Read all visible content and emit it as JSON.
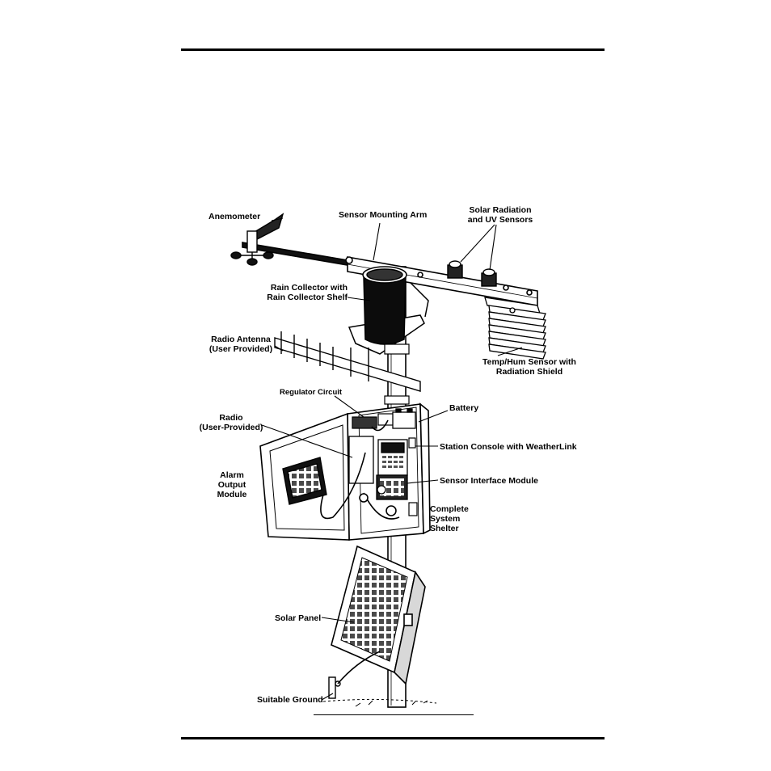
{
  "labels": {
    "anemometer": "Anemometer",
    "sensor_mounting_arm": "Sensor Mounting Arm",
    "solar_uv_line1": "Solar Radiation",
    "solar_uv_line2": "and UV Sensors",
    "rain_line1": "Rain Collector with",
    "rain_line2": "Rain Collector Shelf",
    "antenna_line1": "Radio Antenna",
    "antenna_line2": "(User Provided)",
    "temphum_line1": "Temp/Hum Sensor with",
    "temphum_line2": "Radiation Shield",
    "regulator": "Regulator Circuit",
    "battery": "Battery",
    "radio_line1": "Radio",
    "radio_line2": "(User-Provided)",
    "station_console": "Station Console with WeatherLink",
    "alarm_line1": "Alarm",
    "alarm_line2": "Output",
    "alarm_line3": "Module",
    "sim": "Sensor Interface Module",
    "shelter_line1": "Complete",
    "shelter_line2": "System",
    "shelter_line3": "Shelter",
    "solar_panel": "Solar Panel",
    "ground": "Suitable Ground"
  }
}
